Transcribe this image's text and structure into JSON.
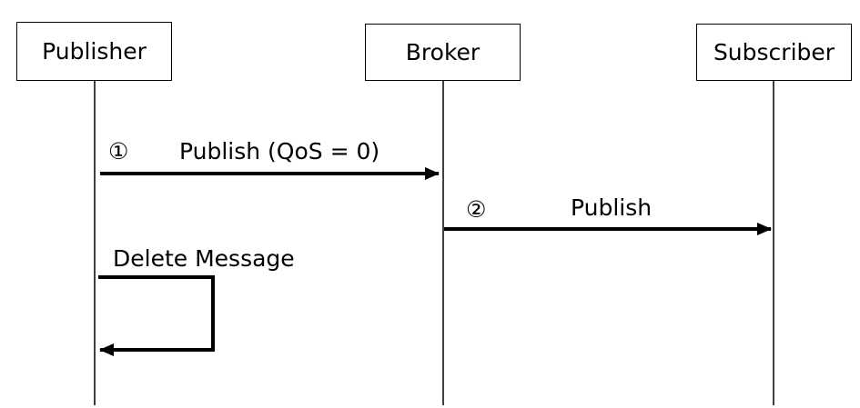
{
  "participants": [
    {
      "id": "publisher",
      "label": "Publisher"
    },
    {
      "id": "broker",
      "label": "Broker"
    },
    {
      "id": "subscriber",
      "label": "Subscriber"
    }
  ],
  "messages": [
    {
      "step": "①",
      "label": "Publish (QoS = 0)",
      "from": "publisher",
      "to": "broker"
    },
    {
      "step": "②",
      "label": "Publish",
      "from": "broker",
      "to": "subscriber"
    }
  ],
  "self_message": {
    "label": "Delete Message",
    "on": "publisher"
  },
  "colors": {
    "line": "#000000",
    "background": "#ffffff"
  }
}
